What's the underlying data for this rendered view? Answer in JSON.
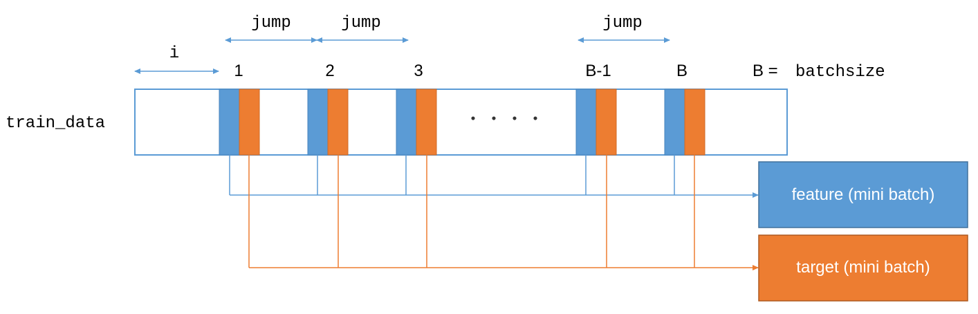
{
  "colors": {
    "blue": "#5B9BD5",
    "orange": "#ED7D31",
    "outline": "#5B9BD5",
    "text": "#000000",
    "dots": "#333333",
    "box_text": "#ffffff"
  },
  "labels": {
    "train_data": "train_data",
    "i": "i",
    "jump_1": "jump",
    "jump_2": "jump",
    "jump_3": "jump",
    "idx_1": "1",
    "idx_2": "2",
    "idx_3": "3",
    "idx_b1": "B-1",
    "idx_b": "B",
    "ellipsis": "・・・・",
    "batchsize_lhs": "B =",
    "batchsize_rhs": "batchsize",
    "feature_box": "feature (mini batch)",
    "target_box": "target (mini batch)"
  }
}
